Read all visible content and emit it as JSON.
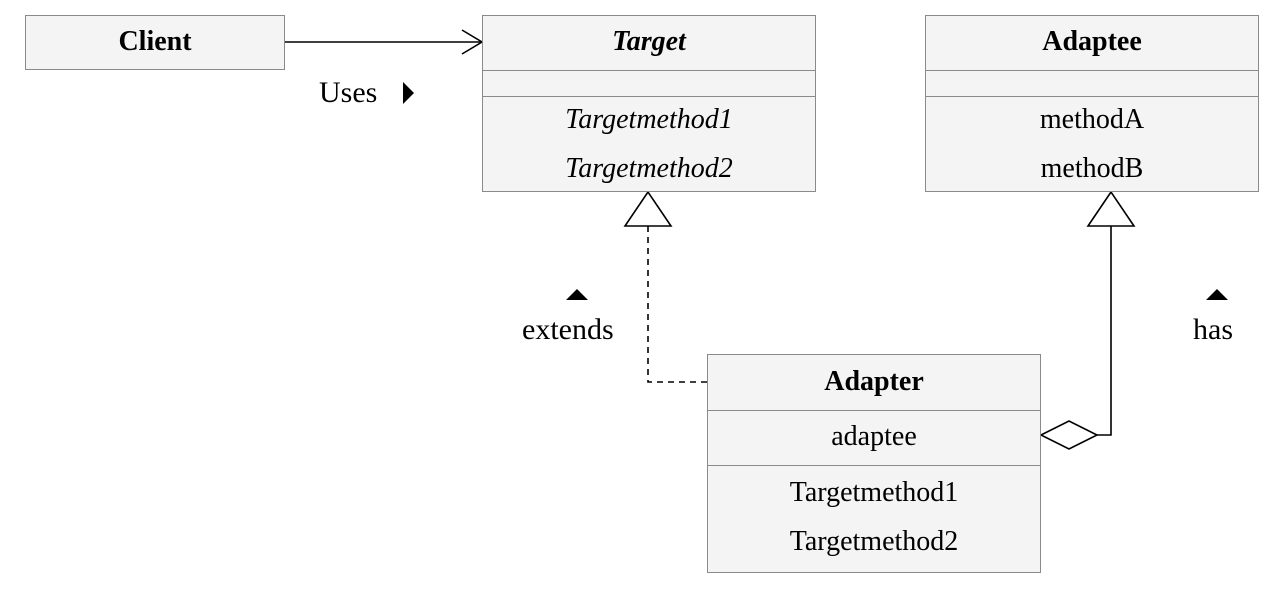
{
  "client": {
    "name": "Client"
  },
  "target": {
    "name": "Target",
    "methods": [
      "Targetmethod1",
      "Targetmethod2"
    ]
  },
  "adaptee": {
    "name": "Adaptee",
    "methods": [
      "methodA",
      "methodB"
    ]
  },
  "adapter": {
    "name": "Adapter",
    "attribute": "adaptee",
    "methods": [
      "Targetmethod1",
      "Targetmethod2"
    ]
  },
  "relations": {
    "uses": "Uses",
    "extends": "extends",
    "has": "has"
  }
}
